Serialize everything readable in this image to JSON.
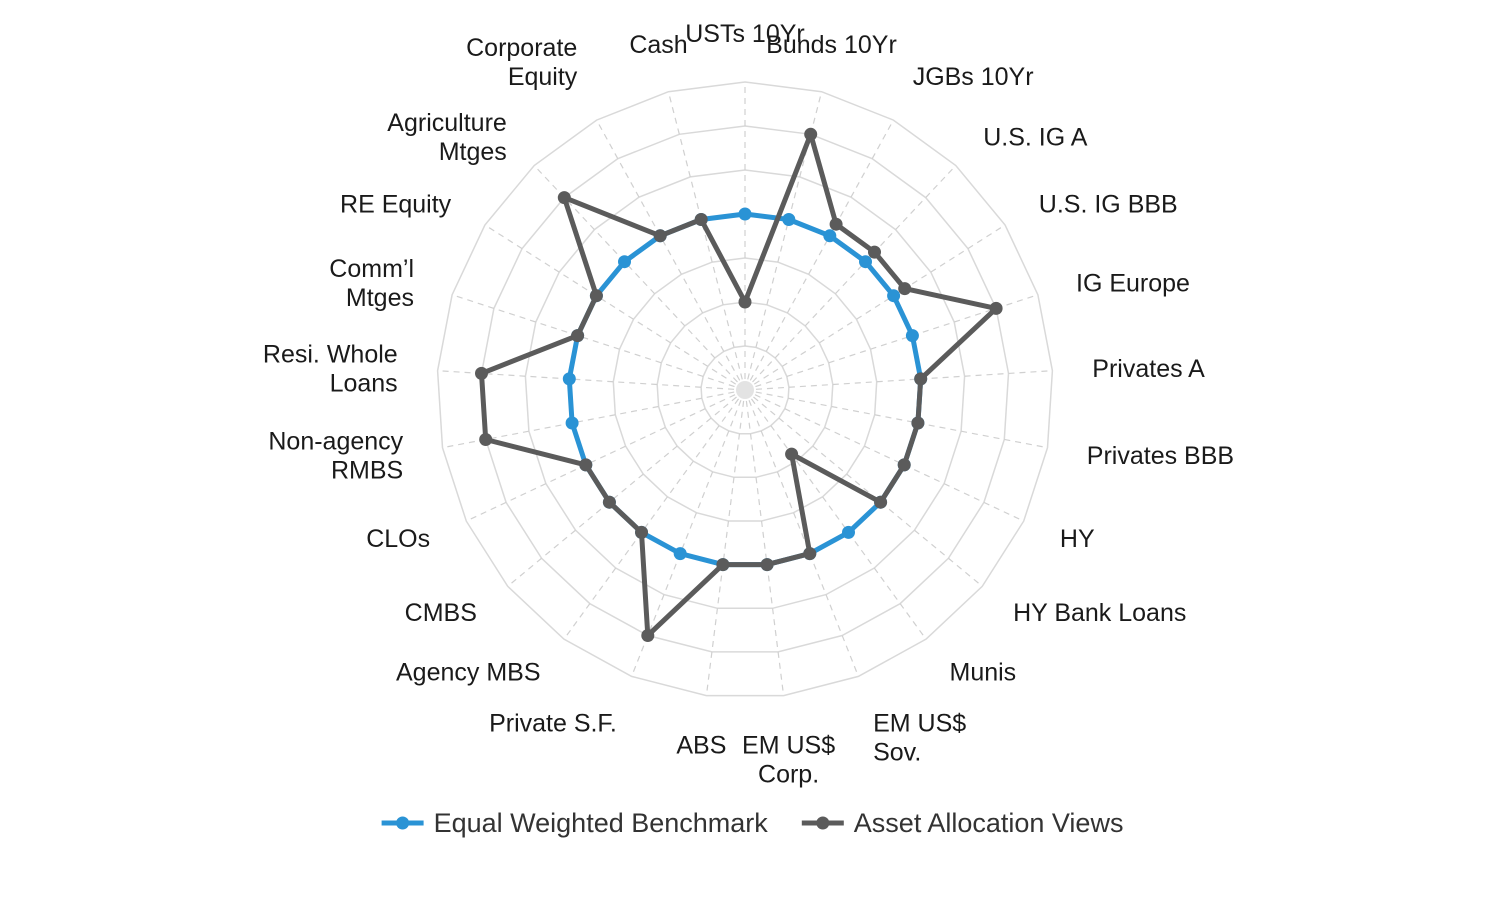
{
  "chart_data": {
    "type": "radar",
    "categories": [
      [
        "USTs 10Yr"
      ],
      [
        "Bunds 10Yr"
      ],
      [
        "JGBs 10Yr"
      ],
      [
        "U.S. IG A"
      ],
      [
        "U.S. IG BBB"
      ],
      [
        "IG Europe"
      ],
      [
        "Privates A"
      ],
      [
        "Privates BBB"
      ],
      [
        "HY"
      ],
      [
        "HY Bank Loans"
      ],
      [
        "Munis"
      ],
      [
        "EM US$",
        "Sov."
      ],
      [
        "EM US$",
        "Corp."
      ],
      [
        "ABS"
      ],
      [
        "Private S.F."
      ],
      [
        "Agency MBS"
      ],
      [
        "CMBS"
      ],
      [
        "CLOs"
      ],
      [
        "Non-agency",
        "RMBS"
      ],
      [
        "Resi. Whole",
        "Loans"
      ],
      [
        "Comm’l",
        "Mtges"
      ],
      [
        "RE Equity"
      ],
      [
        "Agriculture",
        "Mtges"
      ],
      [
        "Corporate",
        "Equity"
      ],
      [
        "Cash"
      ]
    ],
    "rlim": [
      0,
      7
    ],
    "grid_rings": 7,
    "grid": true,
    "legend_position": "bottom",
    "series": [
      {
        "name": "Equal Weighted Benchmark",
        "color": "#2a93d5",
        "values": [
          4,
          4,
          4,
          4,
          4,
          4,
          4,
          4,
          4,
          4,
          4,
          4,
          4,
          4,
          4,
          4,
          4,
          4,
          4,
          4,
          4,
          4,
          4,
          4,
          4
        ]
      },
      {
        "name": "Asset Allocation Views",
        "color": "#5b5b5b",
        "values": [
          2,
          6,
          4.3,
          4.3,
          4.3,
          6,
          4,
          4,
          4,
          4,
          1.8,
          4,
          4,
          4,
          6,
          4,
          4,
          4,
          6,
          6,
          4,
          4,
          6,
          4,
          4
        ]
      }
    ]
  }
}
